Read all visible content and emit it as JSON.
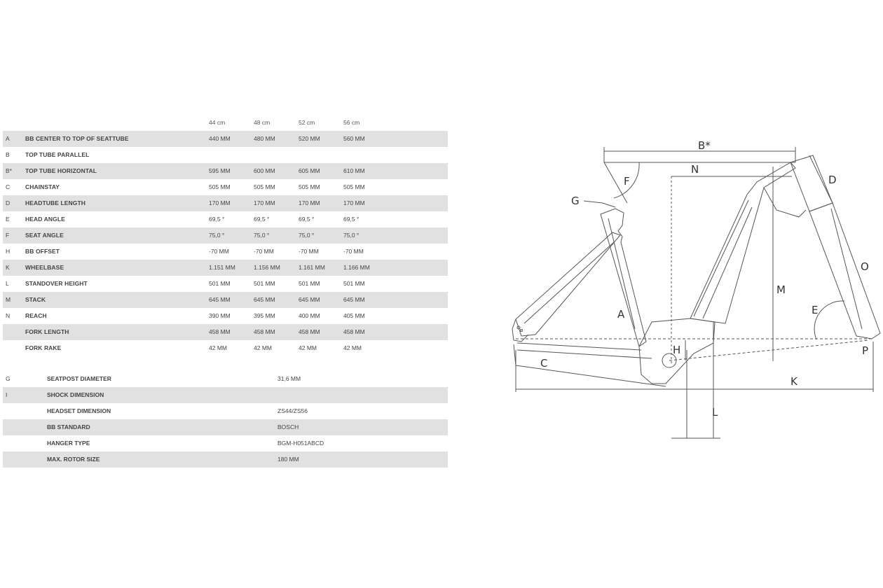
{
  "geometry": {
    "sizes": [
      "44 cm",
      "48 cm",
      "52 cm",
      "56 cm"
    ],
    "rows": [
      {
        "code": "A",
        "label": "BB CENTER TO TOP OF SEATTUBE",
        "values": [
          "440 MM",
          "480 MM",
          "520 MM",
          "560 MM"
        ]
      },
      {
        "code": "B",
        "label": "TOP TUBE PARALLEL",
        "values": [
          "",
          "",
          "",
          ""
        ]
      },
      {
        "code": "B*",
        "label": "TOP TUBE HORIZONTAL",
        "values": [
          "595 MM",
          "600 MM",
          "605 MM",
          "610 MM"
        ]
      },
      {
        "code": "C",
        "label": "CHAINSTAY",
        "values": [
          "505 MM",
          "505 MM",
          "505 MM",
          "505 MM"
        ]
      },
      {
        "code": "D",
        "label": "HEADTUBE LENGTH",
        "values": [
          "170 MM",
          "170 MM",
          "170 MM",
          "170 MM"
        ]
      },
      {
        "code": "E",
        "label": "HEAD ANGLE",
        "values": [
          "69,5 °",
          "69,5 °",
          "69,5 °",
          "69,5 °"
        ]
      },
      {
        "code": "F",
        "label": "SEAT ANGLE",
        "values": [
          "75,0 °",
          "75,0 °",
          "75,0 °",
          "75,0 °"
        ]
      },
      {
        "code": "H",
        "label": "BB OFFSET",
        "values": [
          "-70 MM",
          "-70 MM",
          "-70 MM",
          "-70 MM"
        ]
      },
      {
        "code": "K",
        "label": "WHEELBASE",
        "values": [
          "1.151 MM",
          "1.156 MM",
          "1.161 MM",
          "1.166 MM"
        ]
      },
      {
        "code": "L",
        "label": "STANDOVER HEIGHT",
        "values": [
          "501 MM",
          "501 MM",
          "501 MM",
          "501 MM"
        ]
      },
      {
        "code": "M",
        "label": "STACK",
        "values": [
          "645 MM",
          "645 MM",
          "645 MM",
          "645 MM"
        ]
      },
      {
        "code": "N",
        "label": "REACH",
        "values": [
          "390 MM",
          "395 MM",
          "400 MM",
          "405 MM"
        ]
      },
      {
        "code": "",
        "label": "FORK LENGTH",
        "values": [
          "458 MM",
          "458 MM",
          "458 MM",
          "458 MM"
        ]
      },
      {
        "code": "",
        "label": "FORK RAKE",
        "values": [
          "42 MM",
          "42 MM",
          "42 MM",
          "42 MM"
        ]
      }
    ]
  },
  "specs": [
    {
      "code": "G",
      "label": "SEATPOST DIAMETER",
      "value": "31,6 MM"
    },
    {
      "code": "I",
      "label": "SHOCK DIMENSION",
      "value": ""
    },
    {
      "code": "",
      "label": "HEADSET DIMENSION",
      "value": "ZS44/ZS56"
    },
    {
      "code": "",
      "label": "BB STANDARD",
      "value": "BOSCH"
    },
    {
      "code": "",
      "label": "HANGER TYPE",
      "value": "BGM-H051ABCD"
    },
    {
      "code": "",
      "label": "MAX. ROTOR SIZE",
      "value": "180 MM"
    }
  ],
  "diagram": {
    "labels": {
      "A": "A",
      "B": "B*",
      "C": "C",
      "D": "D",
      "E": "E",
      "F": "F",
      "G": "G",
      "H": "H",
      "K": "K",
      "L": "L",
      "M": "M",
      "N": "N",
      "O": "O",
      "P": "P"
    },
    "line_color": "#555555"
  }
}
